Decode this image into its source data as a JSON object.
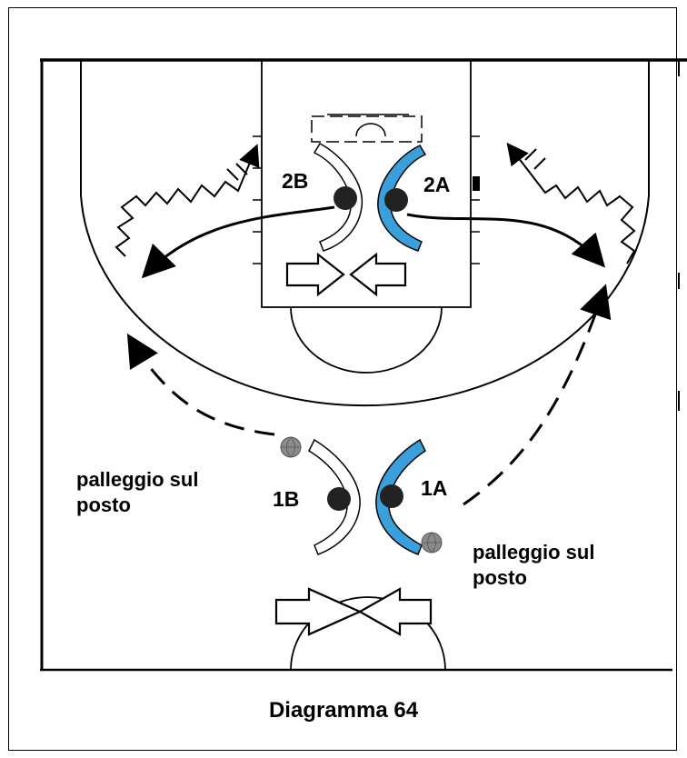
{
  "caption": "Diagramma 64",
  "players": {
    "p2b": "2B",
    "p2a": "2A",
    "p1b": "1B",
    "p1a": "1A"
  },
  "notes": {
    "left_note": "palleggio sul posto",
    "right_note": "palleggio sul posto"
  },
  "colors": {
    "line": "#000000",
    "team_a_fill": "#3aa0dc",
    "team_b_fill": "#ffffff",
    "ball": "#8a8a8a"
  },
  "icons": {
    "ball": "basketball-icon",
    "player": "player-dot-icon",
    "screen_arrow": "hollow-arrow-icon"
  }
}
